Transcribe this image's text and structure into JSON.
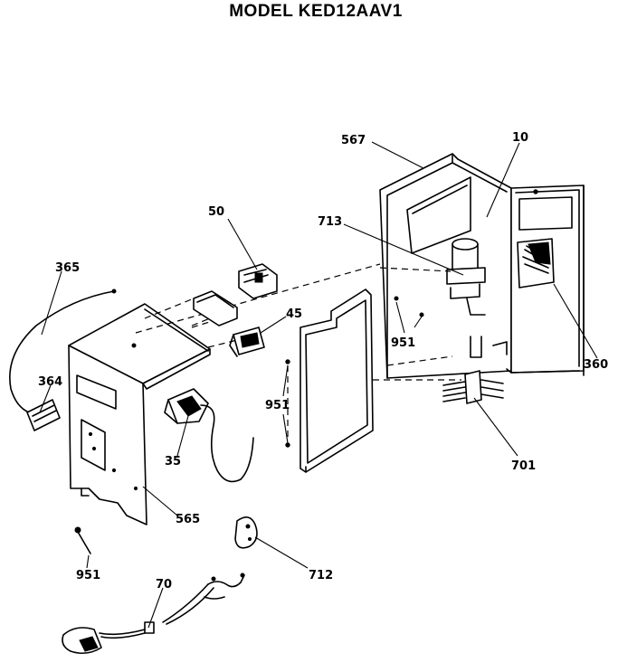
{
  "title": "MODEL KED12AAV1",
  "parts": {
    "p567": "567",
    "p10": "10",
    "p713": "713",
    "p951_panel": "951",
    "p360": "360",
    "p701": "701",
    "p50": "50",
    "p45": "45",
    "p951_cover": "951",
    "p365": "365",
    "p364": "364",
    "p35": "35",
    "p565": "565",
    "p951_bottom": "951",
    "p712": "712",
    "p70": "70"
  }
}
